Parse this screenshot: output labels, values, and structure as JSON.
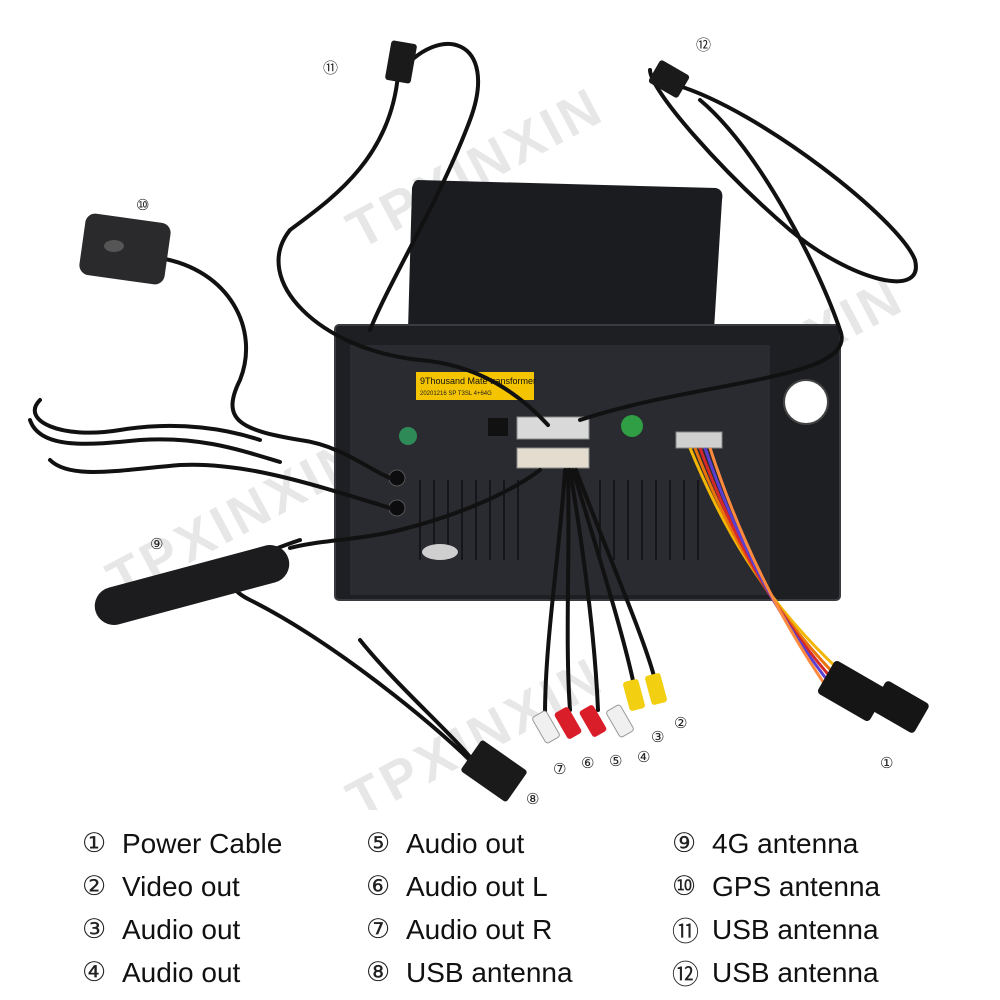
{
  "watermark": "TPXINXIN",
  "label_tag": "9Thousand Mate transformer",
  "label_tag_sub": "20201216 SP T3SL 4+64G",
  "callouts": [
    {
      "id": "1",
      "symbol": "①"
    },
    {
      "id": "2",
      "symbol": "②"
    },
    {
      "id": "3",
      "symbol": "③"
    },
    {
      "id": "4",
      "symbol": "④"
    },
    {
      "id": "5",
      "symbol": "⑤"
    },
    {
      "id": "6",
      "symbol": "⑥"
    },
    {
      "id": "7",
      "symbol": "⑦"
    },
    {
      "id": "8",
      "symbol": "⑧"
    },
    {
      "id": "9",
      "symbol": "⑨"
    },
    {
      "id": "10",
      "symbol": "⑩"
    },
    {
      "id": "11",
      "symbol": "⑪"
    },
    {
      "id": "12",
      "symbol": "⑫"
    }
  ],
  "legend": {
    "col1": [
      {
        "symbol": "①",
        "text": "Power Cable"
      },
      {
        "symbol": "②",
        "text": "Video out"
      },
      {
        "symbol": "③",
        "text": "Audio out"
      },
      {
        "symbol": "④",
        "text": "Audio out"
      }
    ],
    "col2": [
      {
        "symbol": "⑤",
        "text": "Audio out"
      },
      {
        "symbol": "⑥",
        "text": "Audio out L"
      },
      {
        "symbol": "⑦",
        "text": "Audio out R"
      },
      {
        "symbol": "⑧",
        "text": "USB antenna"
      }
    ],
    "col3": [
      {
        "symbol": "⑨",
        "text": "4G antenna"
      },
      {
        "symbol": "⑩",
        "text": "GPS antenna"
      },
      {
        "symbol": "⑪",
        "text": "USB antenna"
      },
      {
        "symbol": "⑫",
        "text": "USB antenna"
      }
    ]
  }
}
